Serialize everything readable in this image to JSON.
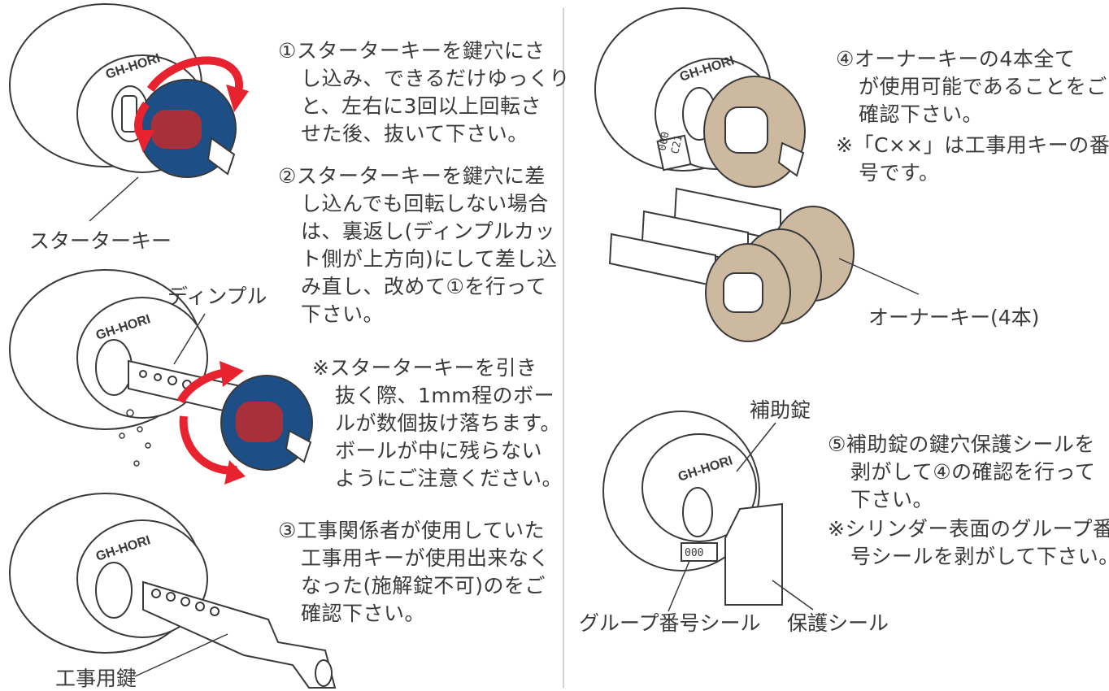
{
  "colors": {
    "line": "#3a3a3a",
    "divider": "#d8cfc6",
    "starter_key": "#1d4f86",
    "starter_key_grip": "#a8303a",
    "arrow": "#e8232f",
    "owner_key": "#cdb9a0"
  },
  "brand_mark": "GH-HORI",
  "code_stamps": {
    "top": "000",
    "bottom": "C21",
    "group": "000"
  },
  "left": {
    "step1": [
      "①スターターキーを鍵穴にさ",
      "し込み、できるだけゆっくり",
      "と、左右に3回以上回転さ",
      "せた後、抜いて下さい。"
    ],
    "step2": [
      "②スターターキーを鍵穴に差",
      "し込んでも回転しない場合",
      "は、裏返し(ディンプルカッ",
      "ト側が上方向)にして差し込",
      "み直し、改めて①を行って",
      "下さい。"
    ],
    "note": [
      "※スターターキーを引き",
      "抜く際、1mm程のボー",
      "ルが数個抜け落ちます。",
      "ボールが中に残らない",
      "ようにご注意ください。"
    ],
    "step3": [
      "③工事関係者が使用していた",
      "工事用キーが使用出来なく",
      "なった(施解錠不可)のをご",
      "確認下さい。"
    ],
    "labels": {
      "starter_key": "スターターキー",
      "dimple": "ディンプル",
      "construction_key": "工事用鍵"
    }
  },
  "right": {
    "step4": [
      "④オーナーキーの4本全て",
      "が使用可能であることをご",
      "確認下さい。"
    ],
    "note4": [
      "※「C××」は工事用キーの番",
      "号です。"
    ],
    "step5": [
      "⑤補助錠の鍵穴保護シールを",
      "剥がして④の確認を行って",
      "下さい。"
    ],
    "note5": [
      "※シリンダー表面のグループ番",
      "号シールを剥がして下さい。"
    ],
    "labels": {
      "owner_keys": "オーナーキー(4本)",
      "aux_lock": "補助錠",
      "group_seal": "グループ番号シール",
      "protect_seal": "保護シール"
    }
  }
}
